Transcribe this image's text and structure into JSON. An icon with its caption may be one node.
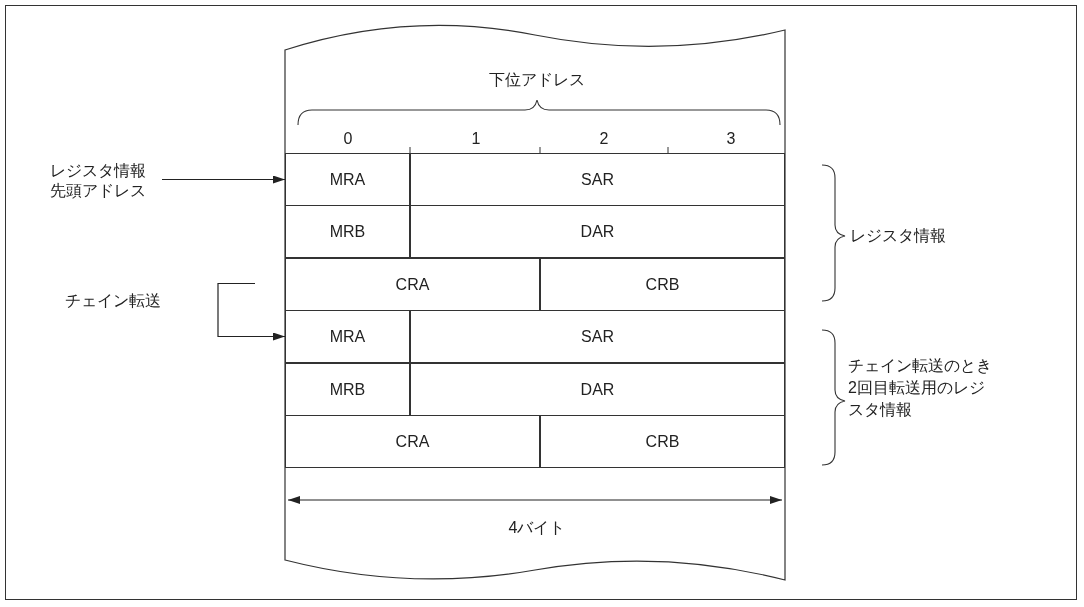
{
  "diagram": {
    "nodes": [
      {
        "text": [
          "レジスタ情報先頭アドレス"
        ]
      },
      {
        "text": [
          "MRA"
        ]
      },
      {
        "text": [
          "SAR"
        ]
      },
      {
        "text": [
          "MRB"
        ]
      },
      {
        "text": [
          "DAR"
        ]
      },
      {
        "text": [
          "CRA"
        ]
      },
      {
        "text": [
          "CRB"
        ]
      },
      {
        "text": [
          "MRA"
        ]
      },
      {
        "text": [
          "SAR"
        ]
      },
      {
        "text": [
          "MRB"
        ]
      },
      {
        "text": [
          "DAR"
        ]
      },
      {
        "text": [
          "CRA"
        ]
      },
      {
        "text": [
          "CRB"
        ]
      }
    ],
    "edges": [
      {
        "from": 0,
        "to": 1,
        "arrow": "to"
      },
      {
        "from": null,
        "to": 7,
        "arrow": "to",
        "label": "チェイン転送"
      }
    ],
    "labels": [
      "下位アドレス",
      "0",
      "1",
      "2",
      "3",
      "レジスタ情報",
      "チェイン転送のとき2回目転送用のレジスタ情報",
      "4バイト"
    ]
  }
}
